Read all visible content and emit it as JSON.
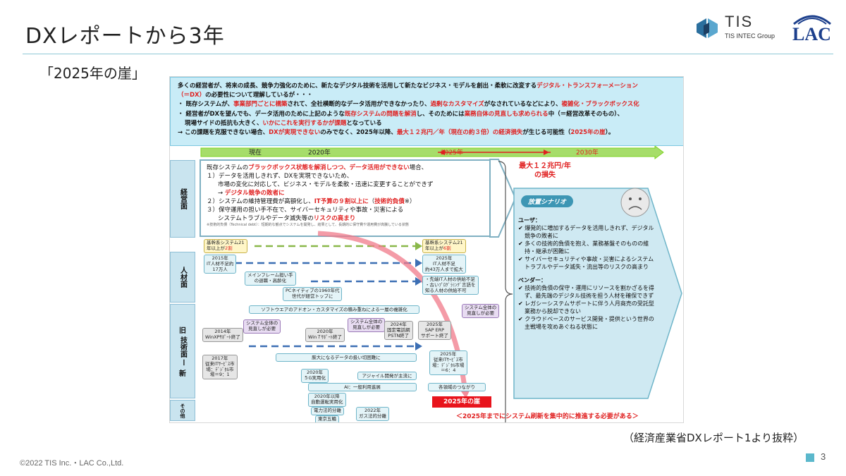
{
  "slide": {
    "title": "DXレポートから3年",
    "subtitle": "「2025年の崖」",
    "source": "（経済産業省DXレポート1より抜粋）",
    "copyright": "©2022 TIS Inc.・LAC Co.,Ltd.",
    "page_number": "3"
  },
  "logos": {
    "tis_name": "TIS",
    "tis_sub": "TIS INTEC Group",
    "lac_name": "LAC"
  },
  "diagram": {
    "summary": {
      "line1_a": "多くの経営者が、将来の成長、競争力強化のために、新たなデジタル技術を活用して新たなビジネス・モデルを創出・柔軟に改変する",
      "line1_red": "デジタル・トランスフォーメーション",
      "line2_red": "（＝DX）",
      "line2_b": "の必要性について理解しているが・・・",
      "line3_a": "・ 既存システムが、",
      "line3_red1": "事業部門ごとに構築",
      "line3_b": "されて、全社横断的なデータ活用ができなかったり、",
      "line3_red2": "過剰なカスタマイズ",
      "line3_c": "がなされているなどにより、",
      "line3_red3": "複雑化・ブラックボックス化",
      "line4_a": "・ 経営者がDXを望んでも、データ活用のために上記のような",
      "line4_red1": "既存システムの問題を解消",
      "line4_b": "し、そのためには",
      "line4_red2": "業務自体の見直しも求められる",
      "line4_c": "中（＝経営改革そのもの）、",
      "line5_a": "現場サイドの抵抗も大きく、",
      "line5_red": "いかにこれを実行するかが課題",
      "line5_b": "となっている",
      "line6_a": "→ この課題を克服できない場合、",
      "line6_red1": "DXが実現できない",
      "line6_b": "のみでなく、2025年以降、",
      "line6_red2": "最大１２兆円／年（現在の約３倍）の経済損失",
      "line6_c": "が生じる可能性（",
      "line6_red3": "2025年の崖",
      "line6_d": "）。"
    },
    "timeline": {
      "now": "現在",
      "y2020": "2020年",
      "y2025": "2025年",
      "y2030": "2030年"
    },
    "loss": {
      "line1": "最大１２兆円/年",
      "line2": "の損失"
    },
    "tabs": {
      "management": "経営面",
      "people": "人材面",
      "tech_old": "旧",
      "tech_mid": "技術面",
      "tech_dash": "ー",
      "tech_new": "新",
      "other": "その他"
    },
    "management": {
      "l1_a": "既存システムの",
      "l1_red": "ブラックボックス状態を解消しつつ、データ活用ができない",
      "l1_b": "場合、",
      "l2": "１）データを活用しきれず、DXを実現できないため、",
      "l3": "市場の変化に対応して、ビジネス・モデルを柔軟・迅速に変更することができず",
      "l4_arrow": "→",
      "l4_red": "デジタル競争の敗者に",
      "l5_a": "２）システムの維持管理費が高額化し、",
      "l5_red": "IT予算の９割以上に",
      "l5_b": "（",
      "l5_red2": "技術的負債",
      "l5_c": "※）",
      "l6": "３）保守運用の担い手不在で、サイバーセキュリティや事故・災害による",
      "l7_a": "システムトラブルやデータ滅失等の",
      "l7_red": "リスクの高まり",
      "note": "※技術的負債（Technical debt）：短期的な観点でシステムを開発し、結果として、長期的に保守費や運用費が高騰している状態"
    },
    "people": {
      "core21_left_a": "基幹系システム21",
      "core21_left_b": "年以上が",
      "core21_left_red": "2割",
      "core21_right_a": "基幹系システム21",
      "core21_right_b": "年以上が",
      "core21_right_red": "6割",
      "y2015_a": "2015年",
      "y2015_b": "IT人材不足約",
      "y2015_c": "17万人",
      "y2025_a": "2025年",
      "y2025_b": "IT人材不足",
      "y2025_c": "約43万人まで拡大",
      "mainframe_a": "メインフレーム担い手",
      "mainframe_b": "の退職・高齢化",
      "pc_native_a": "PCネイティブの1960年代",
      "pc_native_b": "世代が経営トップに",
      "advanced_a": "・先端IT人材の供給不足",
      "advanced_b": "・古いﾌﾟﾛｸﾞﾗﾐﾝｸﾞ言語を",
      "advanced_c": "知る人材の供給不可"
    },
    "tech": {
      "addon_band": "ソフトウエアのアドオン・カスタマイズの積み重ねによる一層の複雑化",
      "whole_left_a": "システム全体の",
      "whole_left_b": "見直しが必要",
      "whole_mid_a": "システム全体の",
      "whole_mid_b": "見直しが必要",
      "whole_right_a": "システム全体の",
      "whole_right_b": "見直しが必要",
      "y2014_a": "2014年",
      "y2014_b": "WinXPｻﾎﾟｰﾄ終了",
      "y2020_a": "2020年",
      "y2020_b": "Win７ｻﾎﾟｰﾄ終了",
      "y2024_a": "2024年",
      "y2024_b": "固定電話網",
      "y2024_c": "PSTN終了",
      "y2025_sap_a": "2025年",
      "y2025_sap_b": "SAP ERP",
      "y2025_sap_c": "サポート終了",
      "data_band": "膨大になるデータの扱い切困難に",
      "y2017_a": "2017年",
      "y2017_b": "従来ITｻｰﾋﾞｽ市",
      "y2017_c": "場：ﾃﾞｼﾞﾀﾙ市",
      "y2017_d": "場＝9：1",
      "y2025_it_a": "2025年",
      "y2025_it_b": "従来ITｻｰﾋﾞｽ市",
      "y2025_it_c": "場：ﾃﾞｼﾞﾀﾙ市場",
      "y2025_it_d": "＝6：4",
      "g5_a": "2020年",
      "g5_b": "５G実用化",
      "agile": "アジャイル開発が主流に",
      "ai": "AI：一般利用進展",
      "connect": "各領域のつながり"
    },
    "other": {
      "auto_a": "2020年以降",
      "auto_b": "自動運転実用化",
      "power": "電力法的分離",
      "olympics": "東京五輪",
      "gas_a": "2022年",
      "gas_b": "ガス法的分離"
    },
    "cliff_label": "2025年の崖",
    "bottom_message": "＜2025年までにシステム刷新を集中的に推進する必要がある＞",
    "scenario": {
      "label": "放置シナリオ",
      "user_heading": "ユーザ：",
      "user_items": [
        "✔ 爆発的に増加するデータを活用しきれず、デジタル競争の敗者に",
        "✔ 多くの技術的負債を抱え、業務基盤そのものの維持・継承が困難に",
        "✔ サイバーセキュリティや事故・災害によるシステムトラブルやデータ滅失・流出等のリスクの高まり"
      ],
      "vendor_heading": "ベンダー：",
      "vendor_items": [
        "✔ 技術的負債の保守・運用にリソースを割かざるを得ず、最先端のデジタル技術を担う人材を確保できず",
        "✔ レガシーシステムサポートに伴う人月商売の受託型業務から脱却できない",
        "✔ クラウドベースのサービス開発・提供という世界の主戦場を攻めあぐねる状態に"
      ]
    },
    "colors": {
      "summary_bg": "#c9ecf7",
      "timeline_green": "#7ed321",
      "red": "#e02020",
      "scenario_bg": "#cfe9f2",
      "dashed_green": "#8ab84a",
      "dashed_blue": "#3c6fb4"
    }
  }
}
